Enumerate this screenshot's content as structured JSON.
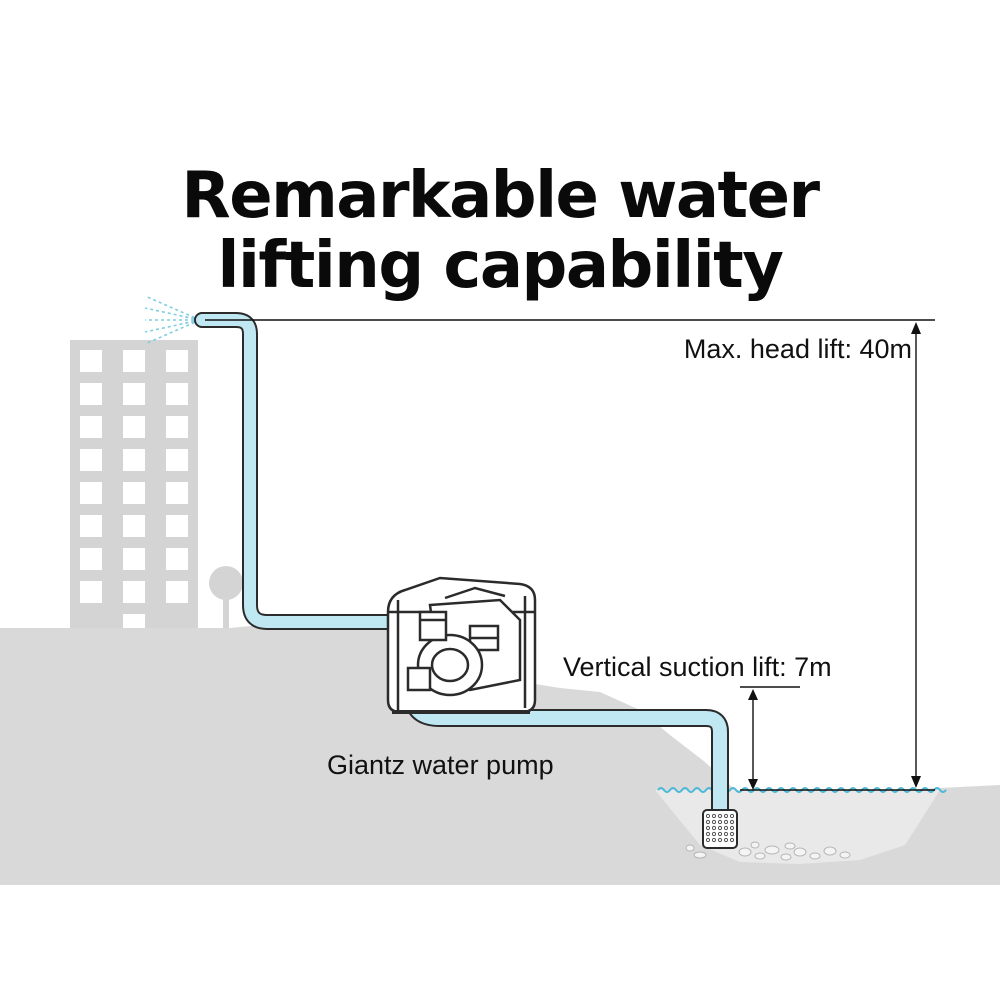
{
  "title": {
    "line1": "Remarkable water",
    "line2": "lifting capability"
  },
  "labels": {
    "max_head_lift": "Max. head lift: 40m",
    "vertical_suction_lift": "Vertical suction lift: 7m",
    "pump_name": "Giantz water pump"
  },
  "colors": {
    "background": "#ffffff",
    "ground": "#d9d9d9",
    "building": "#d4d4d4",
    "window": "#ffffff",
    "hose_fill": "#bfe8f3",
    "hose_outline": "#2b2b2b",
    "water_spray": "#7fcde2",
    "water_line": "#4fb9d8",
    "dimension_line": "#111111",
    "text": "#111111"
  }
}
